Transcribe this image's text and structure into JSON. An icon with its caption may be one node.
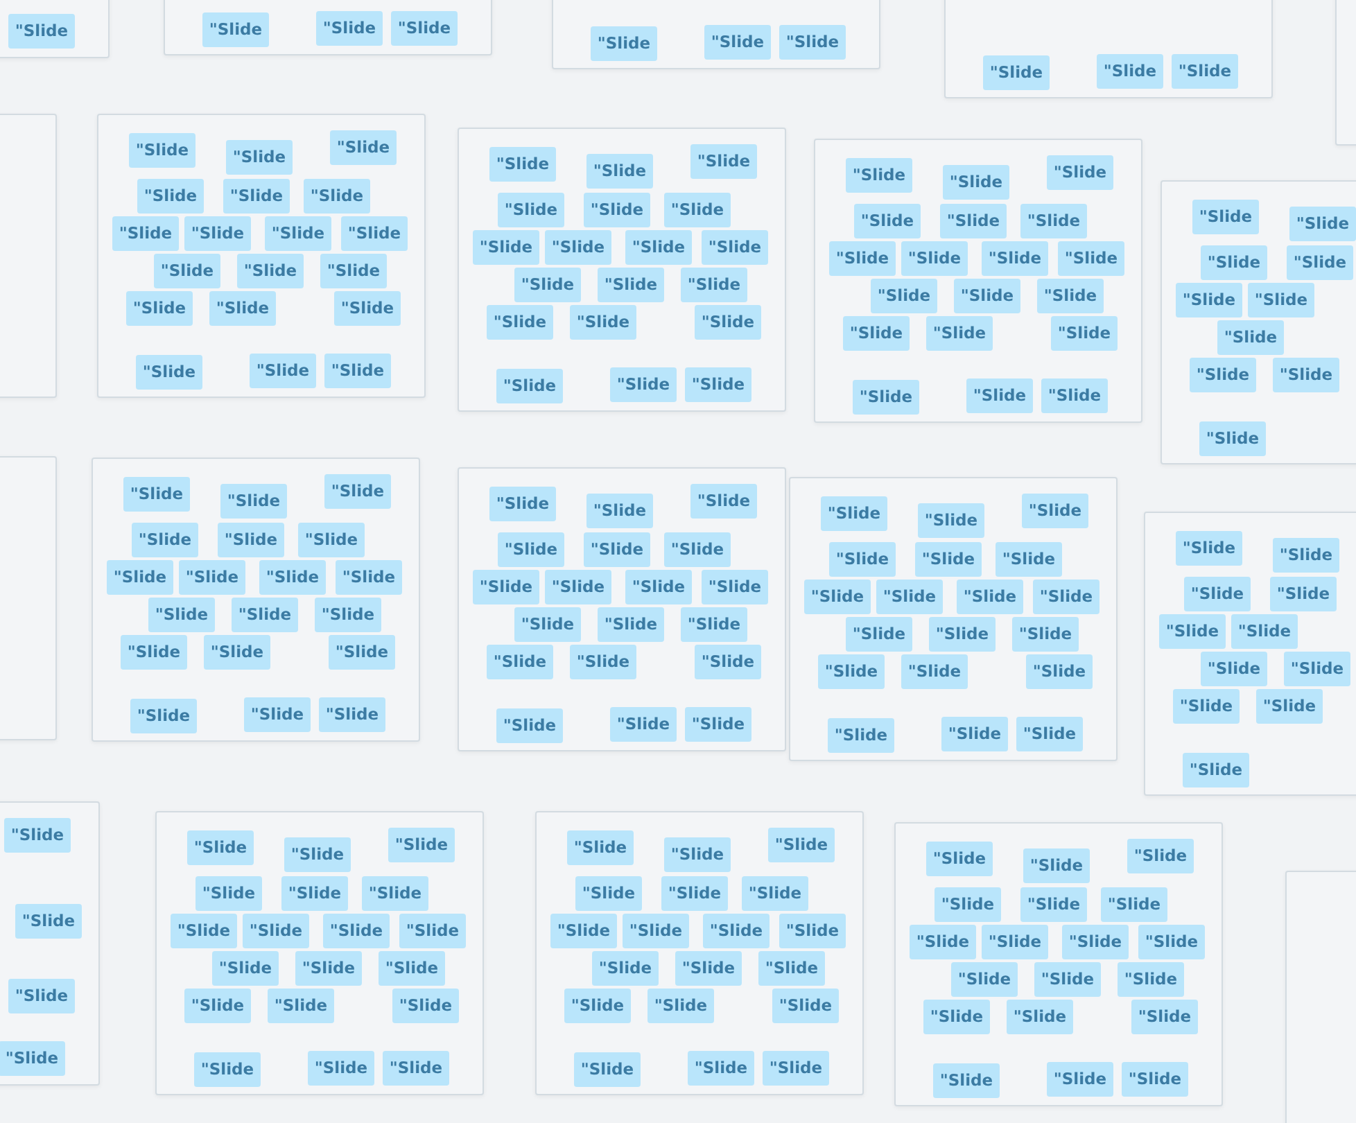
{
  "diagram": {
    "nodes": [
      {
        "text": [],
        "shape": "box"
      },
      {
        "text": [
          "\"Slide"
        ],
        "in": 0
      },
      {
        "text": [],
        "shape": "box"
      },
      {
        "text": [
          "\"Slide"
        ],
        "in": 2
      },
      {
        "text": [
          "\"Slide"
        ],
        "in": 2
      },
      {
        "text": [
          "\"Slide"
        ],
        "in": 2
      },
      {
        "text": [],
        "shape": "box"
      },
      {
        "text": [
          "\"Slide"
        ],
        "in": 6
      },
      {
        "text": [
          "\"Slide"
        ],
        "in": 6
      },
      {
        "text": [
          "\"Slide"
        ],
        "in": 6
      },
      {
        "text": [],
        "shape": "box"
      },
      {
        "text": [
          "\"Slide"
        ],
        "in": 10
      },
      {
        "text": [
          "\"Slide"
        ],
        "in": 10
      },
      {
        "text": [
          "\"Slide"
        ],
        "in": 10
      },
      {
        "text": [],
        "shape": "box"
      },
      {
        "text": [],
        "shape": "box"
      },
      {
        "text": [],
        "shape": "box"
      },
      {
        "text": [
          "\"Slide"
        ],
        "in": 16
      },
      {
        "text": [
          "\"Slide"
        ],
        "in": 16
      },
      {
        "text": [
          "\"Slide"
        ],
        "in": 16
      },
      {
        "text": [
          "\"Slide"
        ],
        "in": 16
      },
      {
        "text": [
          "\"Slide"
        ],
        "in": 16
      },
      {
        "text": [
          "\"Slide"
        ],
        "in": 16
      },
      {
        "text": [
          "\"Slide"
        ],
        "in": 16
      },
      {
        "text": [
          "\"Slide"
        ],
        "in": 16
      },
      {
        "text": [
          "\"Slide"
        ],
        "in": 16
      },
      {
        "text": [
          "\"Slide"
        ],
        "in": 16
      },
      {
        "text": [
          "\"Slide"
        ],
        "in": 16
      },
      {
        "text": [
          "\"Slide"
        ],
        "in": 16
      },
      {
        "text": [
          "\"Slide"
        ],
        "in": 16
      },
      {
        "text": [
          "\"Slide"
        ],
        "in": 16
      },
      {
        "text": [
          "\"Slide"
        ],
        "in": 16
      },
      {
        "text": [
          "\"Slide"
        ],
        "in": 16
      },
      {
        "text": [
          "\"Slide"
        ],
        "in": 16
      },
      {
        "text": [
          "\"Slide"
        ],
        "in": 16
      },
      {
        "text": [
          "\"Slide"
        ],
        "in": 16
      },
      {
        "text": [],
        "shape": "box"
      },
      {
        "text": [
          "\"Slide"
        ],
        "in": 36
      },
      {
        "text": [
          "\"Slide"
        ],
        "in": 36
      },
      {
        "text": [
          "\"Slide"
        ],
        "in": 36
      },
      {
        "text": [
          "\"Slide"
        ],
        "in": 36
      },
      {
        "text": [
          "\"Slide"
        ],
        "in": 36
      },
      {
        "text": [
          "\"Slide"
        ],
        "in": 36
      },
      {
        "text": [
          "\"Slide"
        ],
        "in": 36
      },
      {
        "text": [
          "\"Slide"
        ],
        "in": 36
      },
      {
        "text": [
          "\"Slide"
        ],
        "in": 36
      },
      {
        "text": [
          "\"Slide"
        ],
        "in": 36
      },
      {
        "text": [
          "\"Slide"
        ],
        "in": 36
      },
      {
        "text": [
          "\"Slide"
        ],
        "in": 36
      },
      {
        "text": [
          "\"Slide"
        ],
        "in": 36
      },
      {
        "text": [
          "\"Slide"
        ],
        "in": 36
      },
      {
        "text": [
          "\"Slide"
        ],
        "in": 36
      },
      {
        "text": [
          "\"Slide"
        ],
        "in": 36
      },
      {
        "text": [
          "\"Slide"
        ],
        "in": 36
      },
      {
        "text": [
          "\"Slide"
        ],
        "in": 36
      },
      {
        "text": [
          "\"Slide"
        ],
        "in": 36
      },
      {
        "text": [],
        "shape": "box"
      },
      {
        "text": [
          "\"Slide"
        ],
        "in": 56
      },
      {
        "text": [
          "\"Slide"
        ],
        "in": 56
      },
      {
        "text": [
          "\"Slide"
        ],
        "in": 56
      },
      {
        "text": [
          "\"Slide"
        ],
        "in": 56
      },
      {
        "text": [
          "\"Slide"
        ],
        "in": 56
      },
      {
        "text": [
          "\"Slide"
        ],
        "in": 56
      },
      {
        "text": [
          "\"Slide"
        ],
        "in": 56
      },
      {
        "text": [
          "\"Slide"
        ],
        "in": 56
      },
      {
        "text": [
          "\"Slide"
        ],
        "in": 56
      },
      {
        "text": [
          "\"Slide"
        ],
        "in": 56
      },
      {
        "text": [
          "\"Slide"
        ],
        "in": 56
      },
      {
        "text": [
          "\"Slide"
        ],
        "in": 56
      },
      {
        "text": [
          "\"Slide"
        ],
        "in": 56
      },
      {
        "text": [
          "\"Slide"
        ],
        "in": 56
      },
      {
        "text": [
          "\"Slide"
        ],
        "in": 56
      },
      {
        "text": [
          "\"Slide"
        ],
        "in": 56
      },
      {
        "text": [
          "\"Slide"
        ],
        "in": 56
      },
      {
        "text": [
          "\"Slide"
        ],
        "in": 56
      },
      {
        "text": [
          "\"Slide"
        ],
        "in": 56
      },
      {
        "text": [],
        "shape": "box"
      },
      {
        "text": [
          "\"Slide"
        ],
        "in": 76
      },
      {
        "text": [
          "\"Slide"
        ],
        "in": 76
      },
      {
        "text": [
          "\"Slide"
        ],
        "in": 76
      },
      {
        "text": [
          "\"Slide"
        ],
        "in": 76
      },
      {
        "text": [
          "\"Slide"
        ],
        "in": 76
      },
      {
        "text": [
          "\"Slide"
        ],
        "in": 76
      },
      {
        "text": [
          "\"Slide"
        ],
        "in": 76
      },
      {
        "text": [
          "\"Slide"
        ],
        "in": 76
      },
      {
        "text": [
          "\"Slide"
        ],
        "in": 76
      },
      {
        "text": [
          "\"Slide"
        ],
        "in": 76
      },
      {
        "text": [],
        "shape": "box"
      },
      {
        "text": [],
        "shape": "box"
      },
      {
        "text": [
          "\"Slide"
        ],
        "in": 88
      },
      {
        "text": [
          "\"Slide"
        ],
        "in": 88
      },
      {
        "text": [
          "\"Slide"
        ],
        "in": 88
      },
      {
        "text": [
          "\"Slide"
        ],
        "in": 88
      },
      {
        "text": [
          "\"Slide"
        ],
        "in": 88
      },
      {
        "text": [
          "\"Slide"
        ],
        "in": 88
      },
      {
        "text": [
          "\"Slide"
        ],
        "in": 88
      },
      {
        "text": [
          "\"Slide"
        ],
        "in": 88
      },
      {
        "text": [
          "\"Slide"
        ],
        "in": 88
      },
      {
        "text": [
          "\"Slide"
        ],
        "in": 88
      },
      {
        "text": [
          "\"Slide"
        ],
        "in": 88
      },
      {
        "text": [
          "\"Slide"
        ],
        "in": 88
      },
      {
        "text": [
          "\"Slide"
        ],
        "in": 88
      },
      {
        "text": [
          "\"Slide"
        ],
        "in": 88
      },
      {
        "text": [
          "\"Slide"
        ],
        "in": 88
      },
      {
        "text": [
          "\"Slide"
        ],
        "in": 88
      },
      {
        "text": [
          "\"Slide"
        ],
        "in": 88
      },
      {
        "text": [
          "\"Slide"
        ],
        "in": 88
      },
      {
        "text": [
          "\"Slide"
        ],
        "in": 88
      },
      {
        "text": [],
        "shape": "box"
      },
      {
        "text": [
          "\"Slide"
        ],
        "in": 108
      },
      {
        "text": [
          "\"Slide"
        ],
        "in": 108
      },
      {
        "text": [
          "\"Slide"
        ],
        "in": 108
      },
      {
        "text": [
          "\"Slide"
        ],
        "in": 108
      },
      {
        "text": [
          "\"Slide"
        ],
        "in": 108
      },
      {
        "text": [
          "\"Slide"
        ],
        "in": 108
      },
      {
        "text": [
          "\"Slide"
        ],
        "in": 108
      },
      {
        "text": [
          "\"Slide"
        ],
        "in": 108
      },
      {
        "text": [
          "\"Slide"
        ],
        "in": 108
      },
      {
        "text": [
          "\"Slide"
        ],
        "in": 108
      },
      {
        "text": [
          "\"Slide"
        ],
        "in": 108
      },
      {
        "text": [
          "\"Slide"
        ],
        "in": 108
      },
      {
        "text": [
          "\"Slide"
        ],
        "in": 108
      },
      {
        "text": [
          "\"Slide"
        ],
        "in": 108
      },
      {
        "text": [
          "\"Slide"
        ],
        "in": 108
      },
      {
        "text": [
          "\"Slide"
        ],
        "in": 108
      },
      {
        "text": [
          "\"Slide"
        ],
        "in": 108
      },
      {
        "text": [
          "\"Slide"
        ],
        "in": 108
      },
      {
        "text": [
          "\"Slide"
        ],
        "in": 108
      },
      {
        "text": [],
        "shape": "box"
      },
      {
        "text": [
          "\"Slide"
        ],
        "in": 128
      },
      {
        "text": [
          "\"Slide"
        ],
        "in": 128
      },
      {
        "text": [
          "\"Slide"
        ],
        "in": 128
      },
      {
        "text": [
          "\"Slide"
        ],
        "in": 128
      },
      {
        "text": [
          "\"Slide"
        ],
        "in": 128
      },
      {
        "text": [
          "\"Slide"
        ],
        "in": 128
      },
      {
        "text": [
          "\"Slide"
        ],
        "in": 128
      },
      {
        "text": [
          "\"Slide"
        ],
        "in": 128
      },
      {
        "text": [
          "\"Slide"
        ],
        "in": 128
      },
      {
        "text": [
          "\"Slide"
        ],
        "in": 128
      },
      {
        "text": [
          "\"Slide"
        ],
        "in": 128
      },
      {
        "text": [
          "\"Slide"
        ],
        "in": 128
      },
      {
        "text": [
          "\"Slide"
        ],
        "in": 128
      },
      {
        "text": [
          "\"Slide"
        ],
        "in": 128
      },
      {
        "text": [
          "\"Slide"
        ],
        "in": 128
      },
      {
        "text": [
          "\"Slide"
        ],
        "in": 128
      },
      {
        "text": [
          "\"Slide"
        ],
        "in": 128
      },
      {
        "text": [
          "\"Slide"
        ],
        "in": 128
      },
      {
        "text": [
          "\"Slide"
        ],
        "in": 128
      },
      {
        "text": [],
        "shape": "box"
      },
      {
        "text": [
          "\"Slide"
        ],
        "in": 148
      },
      {
        "text": [
          "\"Slide"
        ],
        "in": 148
      },
      {
        "text": [
          "\"Slide"
        ],
        "in": 148
      },
      {
        "text": [
          "\"Slide"
        ],
        "in": 148
      },
      {
        "text": [
          "\"Slide"
        ],
        "in": 148
      },
      {
        "text": [
          "\"Slide"
        ],
        "in": 148
      },
      {
        "text": [
          "\"Slide"
        ],
        "in": 148
      },
      {
        "text": [
          "\"Slide"
        ],
        "in": 148
      },
      {
        "text": [
          "\"Slide"
        ],
        "in": 148
      },
      {
        "text": [
          "\"Slide"
        ],
        "in": 148
      },
      {
        "text": [
          "\"Slide"
        ],
        "in": 148
      },
      {
        "text": [],
        "shape": "box"
      },
      {
        "text": [
          "\"Slide"
        ],
        "in": 160
      },
      {
        "text": [
          "\"Slide"
        ],
        "in": 160
      },
      {
        "text": [
          "\"Slide"
        ],
        "in": 160
      },
      {
        "text": [
          "\"Slide"
        ],
        "in": 160
      },
      {
        "text": [],
        "shape": "box"
      },
      {
        "text": [
          "\"Slide"
        ],
        "in": 165
      },
      {
        "text": [
          "\"Slide"
        ],
        "in": 165
      },
      {
        "text": [
          "\"Slide"
        ],
        "in": 165
      },
      {
        "text": [
          "\"Slide"
        ],
        "in": 165
      },
      {
        "text": [
          "\"Slide"
        ],
        "in": 165
      },
      {
        "text": [
          "\"Slide"
        ],
        "in": 165
      },
      {
        "text": [
          "\"Slide"
        ],
        "in": 165
      },
      {
        "text": [
          "\"Slide"
        ],
        "in": 165
      },
      {
        "text": [
          "\"Slide"
        ],
        "in": 165
      },
      {
        "text": [
          "\"Slide"
        ],
        "in": 165
      },
      {
        "text": [
          "\"Slide"
        ],
        "in": 165
      },
      {
        "text": [
          "\"Slide"
        ],
        "in": 165
      },
      {
        "text": [
          "\"Slide"
        ],
        "in": 165
      },
      {
        "text": [
          "\"Slide"
        ],
        "in": 165
      },
      {
        "text": [
          "\"Slide"
        ],
        "in": 165
      },
      {
        "text": [
          "\"Slide"
        ],
        "in": 165
      },
      {
        "text": [
          "\"Slide"
        ],
        "in": 165
      },
      {
        "text": [
          "\"Slide"
        ],
        "in": 165
      },
      {
        "text": [
          "\"Slide"
        ],
        "in": 165
      },
      {
        "text": [],
        "shape": "box"
      },
      {
        "text": [
          "\"Slide"
        ],
        "in": 185
      },
      {
        "text": [
          "\"Slide"
        ],
        "in": 185
      },
      {
        "text": [
          "\"Slide"
        ],
        "in": 185
      },
      {
        "text": [
          "\"Slide"
        ],
        "in": 185
      },
      {
        "text": [
          "\"Slide"
        ],
        "in": 185
      },
      {
        "text": [
          "\"Slide"
        ],
        "in": 185
      },
      {
        "text": [
          "\"Slide"
        ],
        "in": 185
      },
      {
        "text": [
          "\"Slide"
        ],
        "in": 185
      },
      {
        "text": [
          "\"Slide"
        ],
        "in": 185
      },
      {
        "text": [
          "\"Slide"
        ],
        "in": 185
      },
      {
        "text": [
          "\"Slide"
        ],
        "in": 185
      },
      {
        "text": [
          "\"Slide"
        ],
        "in": 185
      },
      {
        "text": [
          "\"Slide"
        ],
        "in": 185
      },
      {
        "text": [
          "\"Slide"
        ],
        "in": 185
      },
      {
        "text": [
          "\"Slide"
        ],
        "in": 185
      },
      {
        "text": [
          "\"Slide"
        ],
        "in": 185
      },
      {
        "text": [
          "\"Slide"
        ],
        "in": 185
      },
      {
        "text": [
          "\"Slide"
        ],
        "in": 185
      },
      {
        "text": [
          "\"Slide"
        ],
        "in": 185
      },
      {
        "text": [],
        "shape": "box"
      },
      {
        "text": [
          "\"Slide"
        ],
        "in": 205
      },
      {
        "text": [
          "\"Slide"
        ],
        "in": 205
      },
      {
        "text": [
          "\"Slide"
        ],
        "in": 205
      },
      {
        "text": [
          "\"Slide"
        ],
        "in": 205
      },
      {
        "text": [
          "\"Slide"
        ],
        "in": 205
      },
      {
        "text": [
          "\"Slide"
        ],
        "in": 205
      },
      {
        "text": [
          "\"Slide"
        ],
        "in": 205
      },
      {
        "text": [
          "\"Slide"
        ],
        "in": 205
      },
      {
        "text": [
          "\"Slide"
        ],
        "in": 205
      },
      {
        "text": [
          "\"Slide"
        ],
        "in": 205
      },
      {
        "text": [
          "\"Slide"
        ],
        "in": 205
      },
      {
        "text": [
          "\"Slide"
        ],
        "in": 205
      },
      {
        "text": [
          "\"Slide"
        ],
        "in": 205
      },
      {
        "text": [
          "\"Slide"
        ],
        "in": 205
      },
      {
        "text": [
          "\"Slide"
        ],
        "in": 205
      },
      {
        "text": [
          "\"Slide"
        ],
        "in": 205
      },
      {
        "text": [
          "\"Slide"
        ],
        "in": 205
      },
      {
        "text": [
          "\"Slide"
        ],
        "in": 205
      },
      {
        "text": [
          "\"Slide"
        ],
        "in": 205
      },
      {
        "text": [],
        "shape": "box"
      }
    ]
  }
}
